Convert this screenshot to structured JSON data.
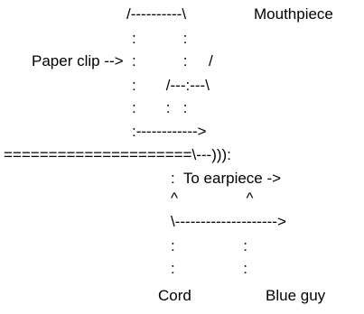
{
  "diagram": {
    "text_color": "#000000",
    "background_color": "#ffffff",
    "lines": [
      "/----------\\",
      "Mouthpiece",
      ":           :",
      "Paper clip -->  :           :     /",
      ":       /---:---\\",
      ":       :   :",
      ":------------>",
      "=====================\\---))):",
      ":  To earpiece ->",
      "^                ^",
      "\\-------------------->",
      ":                :",
      ":                :",
      "Cord",
      "Blue guy"
    ]
  }
}
